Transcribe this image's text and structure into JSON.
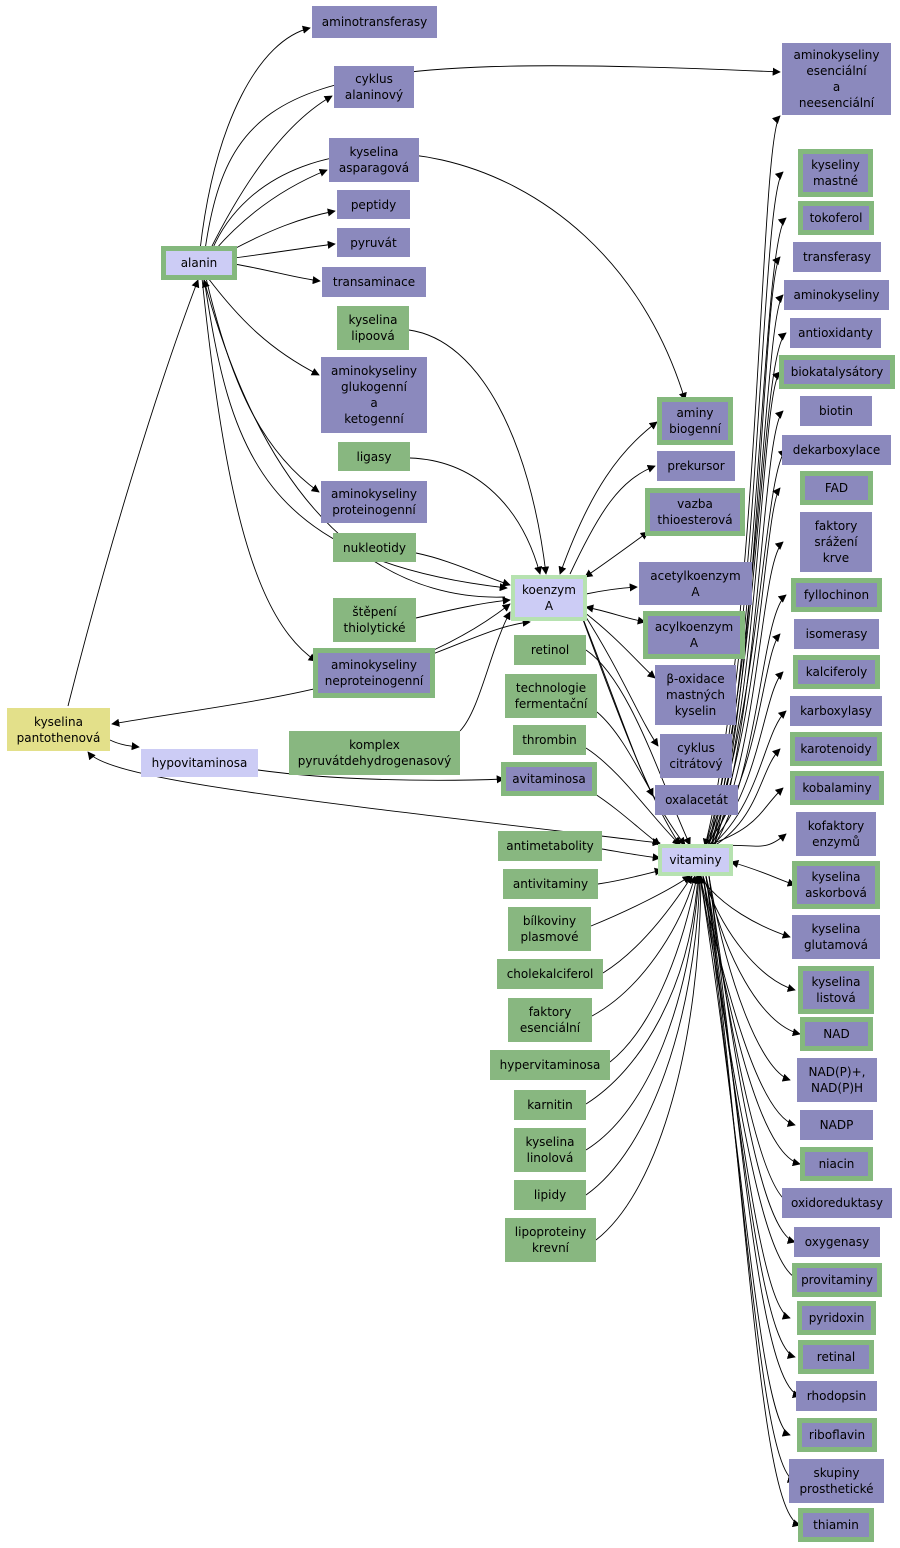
{
  "colors": {
    "purple": "#8b89bd",
    "green": "#88b780",
    "light": "#ccccf5",
    "yellow": "#e3e08a",
    "frame": "#84b87d",
    "edge": "#000000"
  },
  "nodes": {
    "aminotransferasy": "aminotransferasy",
    "aminokyseliny_esencialni": "aminokyseliny\nesenciální\na\nneesenciální",
    "cyklus_alaninovy": "cyklus\nalaninový",
    "kyselina_asparagova": "kyselina\nasparagová",
    "peptidy": "peptidy",
    "pyruvat": "pyruvát",
    "alanin": "alanin",
    "transaminace": "transaminace",
    "kyselina_lipoova": "kyselina\nlipoová",
    "aminokyseliny_glukogenni": "aminokyseliny\nglukogenní\na\nketogenní",
    "ligasy": "ligasy",
    "aminokyseliny_proteinogenni": "aminokyseliny\nproteinogenní",
    "nukleotidy": "nukleotidy",
    "stepeni_thiolyticke": "štěpení\nthiolytické",
    "aminokyseliny_neproteinogenni": "aminokyseliny\nneproteinogenní",
    "kyselina_pantothenova": "kyselina\npantothenová",
    "hypovitaminosa": "hypovitaminosa",
    "komplex_pyruvatdehydrogenasovy": "komplex\npyruvátdehydrogenasový",
    "koenzym_a": "koenzym\nA",
    "aminy_biogenni": "aminy\nbiogenní",
    "prekursor": "prekursor",
    "vazba_thioesterova": "vazba\nthioesterová",
    "acetylkoenzym_a": "acetylkoenzym\nA",
    "acylkoenzym_a": "acylkoenzym\nA",
    "retinol": "retinol",
    "beta_oxidace": "β-oxidace\nmastných\nkyselin",
    "technologie_fermentacni": "technologie\nfermentační",
    "thrombin": "thrombin",
    "cyklus_citratovy": "cyklus\ncitrátový",
    "avitaminosa": "avitaminosa",
    "oxalacetat": "oxalacetát",
    "antimetabolity": "antimetabolity",
    "vitaminy": "vitaminy",
    "antivitaminy": "antivitaminy",
    "bilkoviny_plasmove": "bílkoviny\nplasmové",
    "cholekalciferol": "cholekalciferol",
    "faktory_esencialni": "faktory\nesenciální",
    "hypervitaminosa": "hypervitaminosa",
    "karnitin": "karnitin",
    "kyselina_linolova": "kyselina\nlinolová",
    "lipidy": "lipidy",
    "lipoproteiny_krevni": "lipoproteiny\nkrevní",
    "kyseliny_mastne": "kyseliny\nmastné",
    "tokoferol": "tokoferol",
    "transferasy": "transferasy",
    "aminokyseliny": "aminokyseliny",
    "antioxidanty": "antioxidanty",
    "biokatalysatory": "biokatalysátory",
    "biotin": "biotin",
    "dekarboxylace": "dekarboxylace",
    "fad": "FAD",
    "faktory_srazeni_krve": "faktory\nsrážení\nkrve",
    "fyllochinon": "fyllochinon",
    "isomerasy": "isomerasy",
    "kalciferoly": "kalciferoly",
    "karboxylasy": "karboxylasy",
    "karotenoidy": "karotenoidy",
    "kobalaminy": "kobalaminy",
    "kofaktory_enzymu": "kofaktory\nenzymů",
    "kyselina_askorbova": "kyselina\naskorbová",
    "kyselina_glutamova": "kyselina\nglutamová",
    "kyselina_listova": "kyselina\nlistová",
    "nad": "NAD",
    "nadp_nadph": "NAD(P)+,\nNAD(P)H",
    "nadp": "NADP",
    "niacin": "niacin",
    "oxidoreduktasy": "oxidoreduktasy",
    "oxygenasy": "oxygenasy",
    "provitaminy": "provitaminy",
    "pyridoxin": "pyridoxin",
    "retinal": "retinal",
    "rhodopsin": "rhodopsin",
    "riboflavin": "riboflavin",
    "skupiny_prostheticke": "skupiny\nprosthetické",
    "thiamin": "thiamin"
  }
}
